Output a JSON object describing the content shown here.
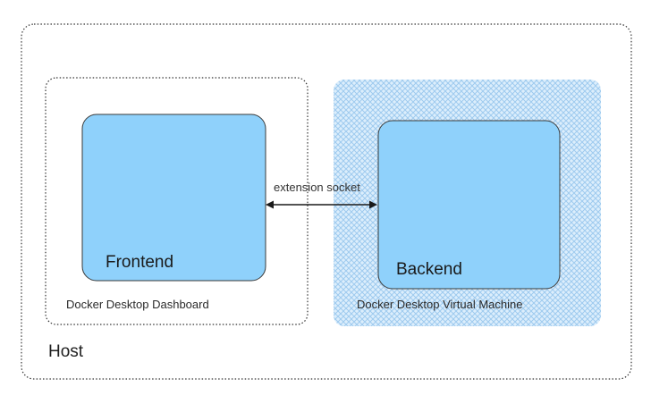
{
  "diagram": {
    "host": {
      "label": "Host"
    },
    "dashboard": {
      "label": "Docker Desktop Dashboard"
    },
    "vm": {
      "label": "Docker Desktop Virtual Machine"
    },
    "frontend": {
      "label": "Frontend"
    },
    "backend": {
      "label": "Backend"
    },
    "connection": {
      "label": "extension socket",
      "direction": "bidirectional"
    }
  },
  "colors": {
    "component_fill": "#8fd1fb",
    "component_stroke": "#3a3a3a",
    "vm_fill": "#dceefc",
    "vm_hatch": "#9fcbef",
    "container_border": "#333333",
    "text": "#1f1f1f"
  }
}
